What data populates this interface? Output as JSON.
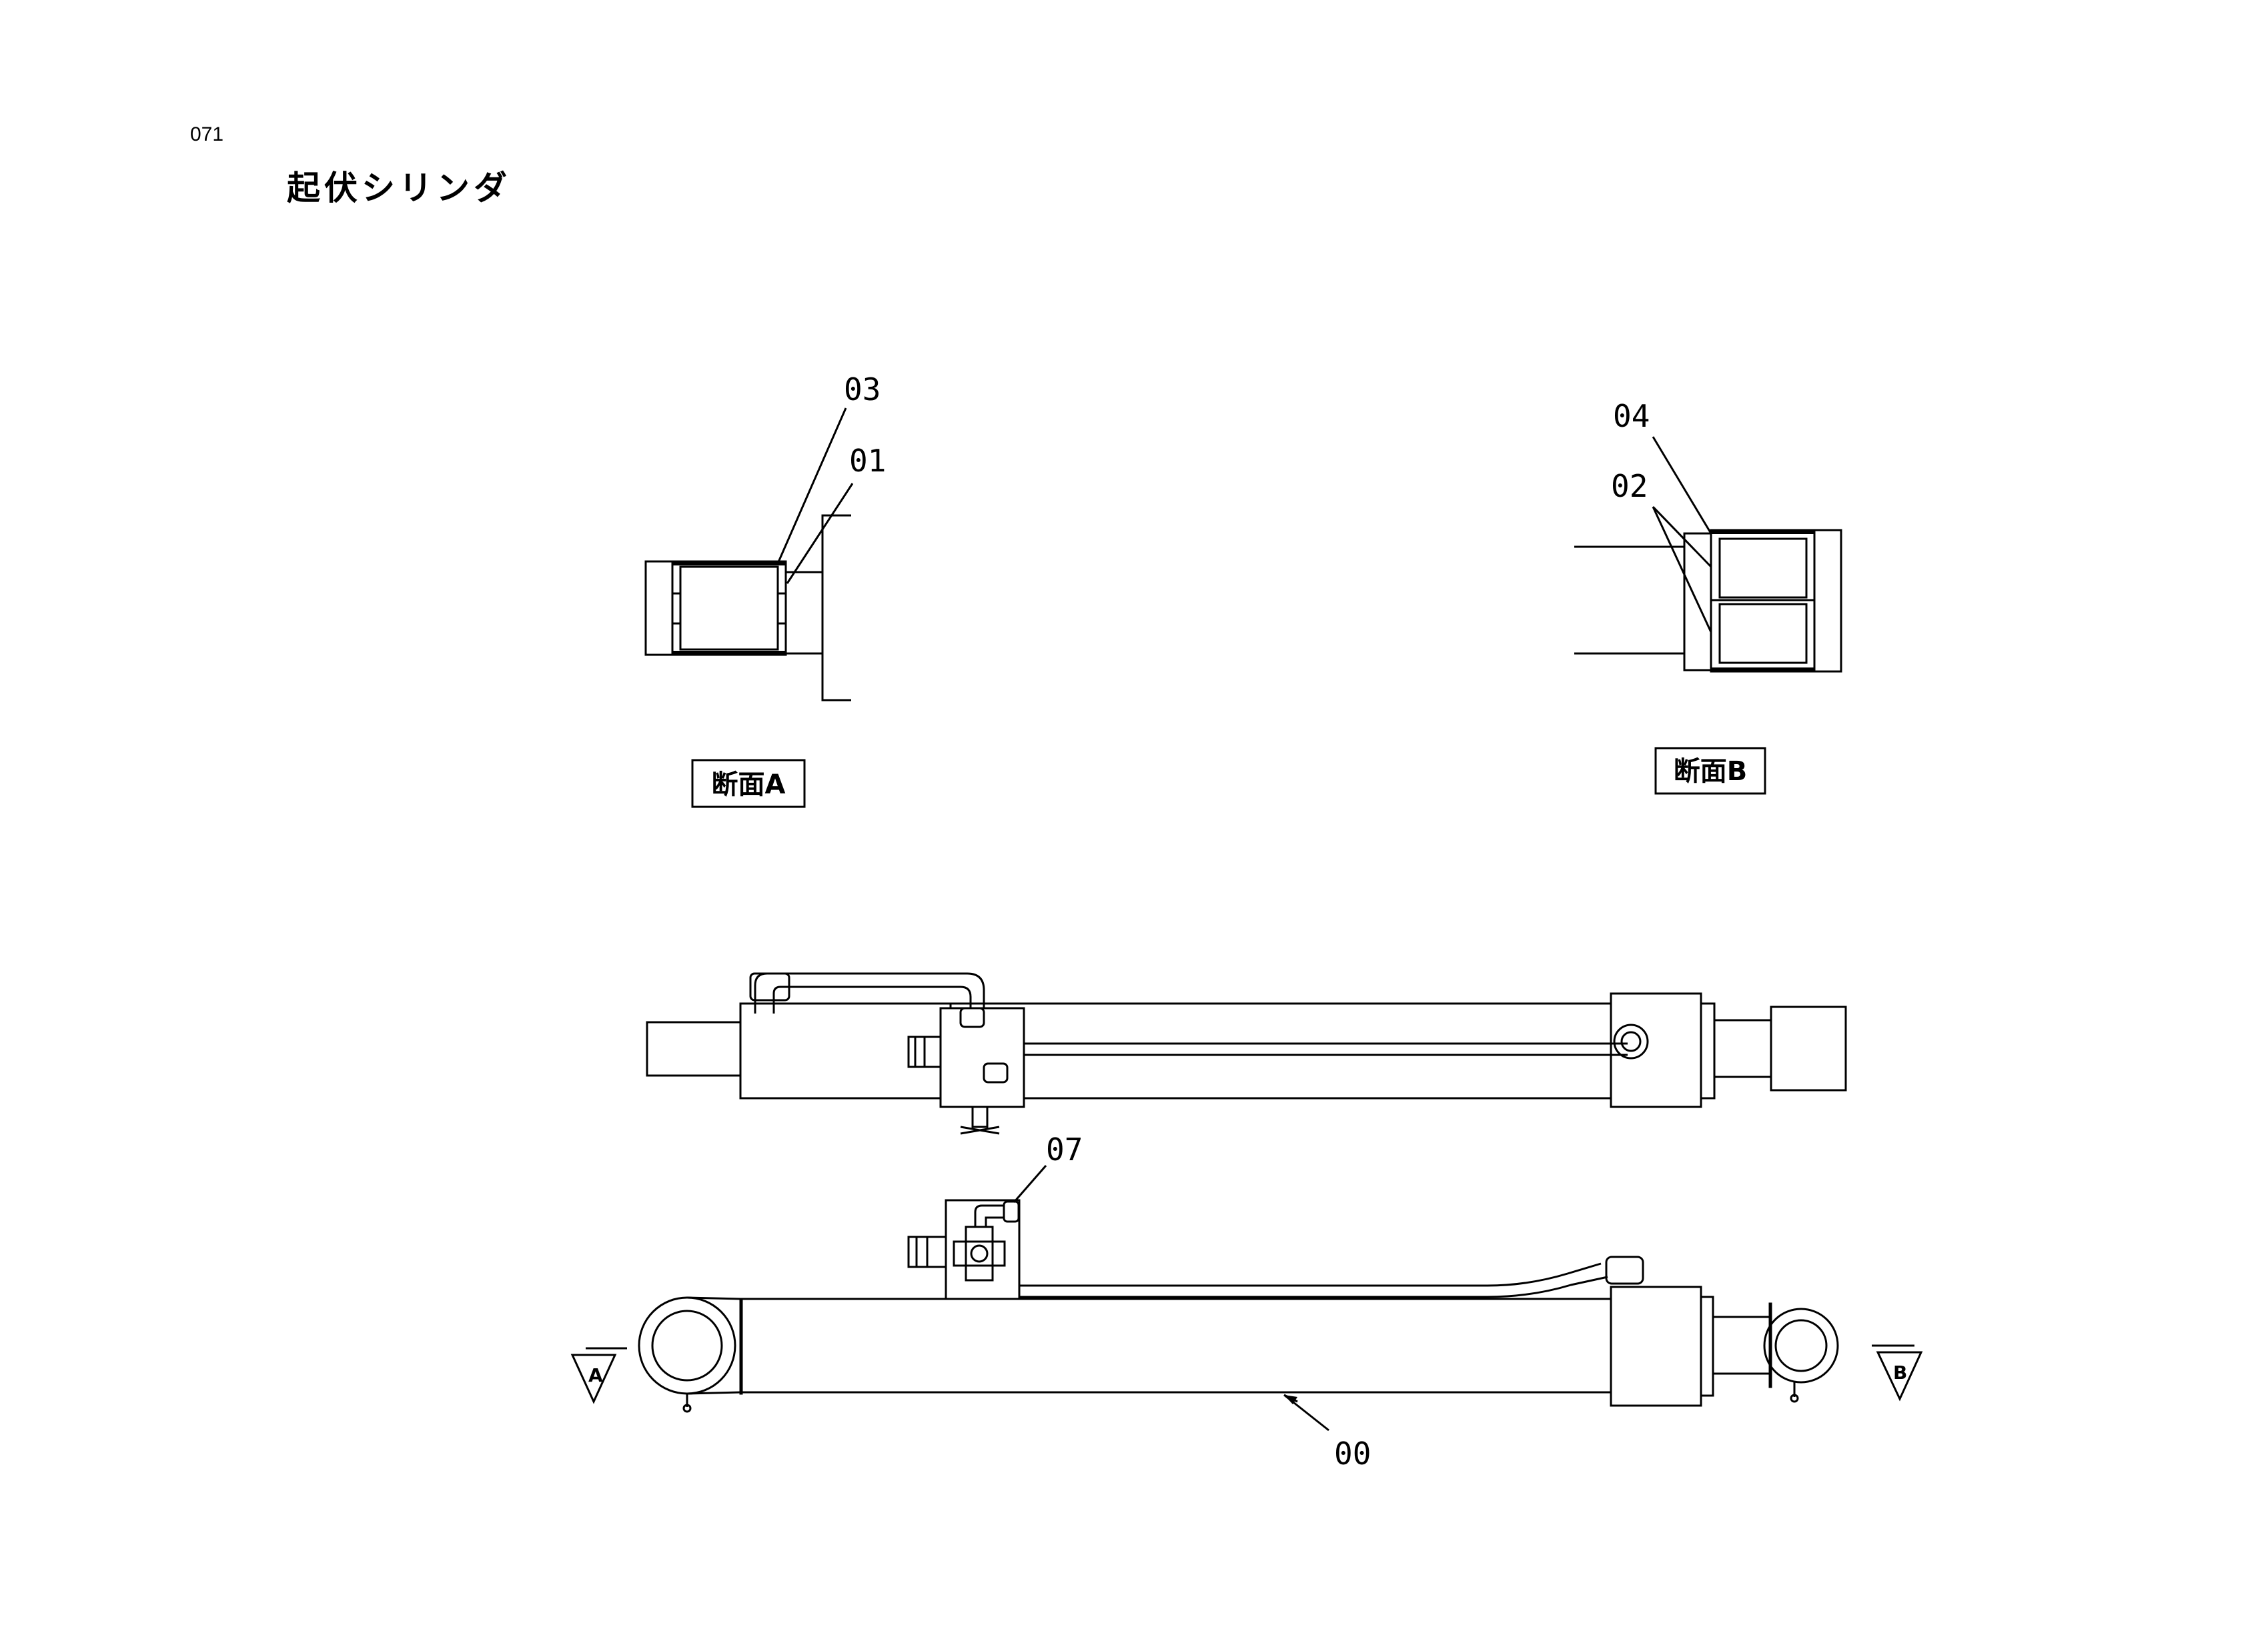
{
  "page_number": "071",
  "title": "起伏シリンダ",
  "section_views": [
    {
      "label": "断面A"
    },
    {
      "label": "断面B"
    }
  ],
  "part_labels": {
    "p00": "00",
    "p01": "01",
    "p02": "02",
    "p03": "03",
    "p04": "04",
    "p07": "07"
  },
  "section_markers": {
    "a": "A",
    "b": "B"
  }
}
